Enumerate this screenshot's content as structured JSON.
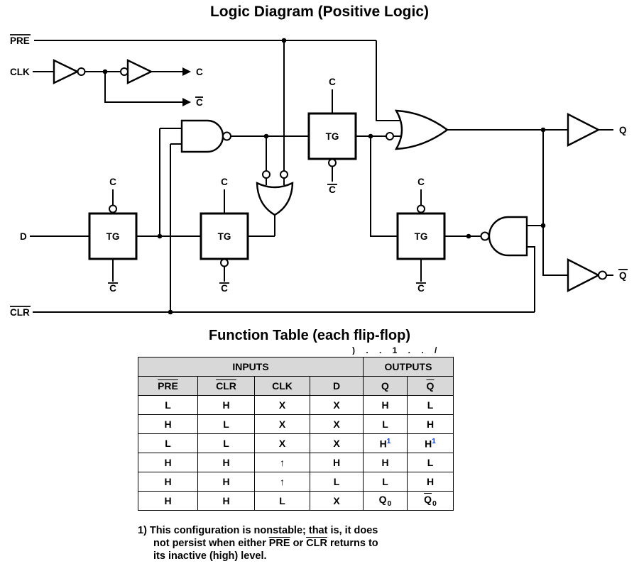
{
  "logic_diagram": {
    "title": "Logic Diagram (Positive Logic)",
    "labels": {
      "pre": "PRE",
      "clk": "CLK",
      "d": "D",
      "clr": "CLR",
      "c": "C",
      "c_bar": "C",
      "tg": "TG",
      "q": "Q",
      "q_bar": "Q"
    }
  },
  "function_table": {
    "title": "Function Table (each flip-flop)",
    "clipped_fragment": ") . . 1 . . /",
    "groups": [
      {
        "label": "INPUTS",
        "span": 4
      },
      {
        "label": "OUTPUTS",
        "span": 2
      }
    ],
    "columns": [
      {
        "label": "PRE",
        "overline": true
      },
      {
        "label": "CLR",
        "overline": true
      },
      {
        "label": "CLK",
        "overline": false
      },
      {
        "label": "D",
        "overline": false
      },
      {
        "label": "Q",
        "overline": false
      },
      {
        "label": "Q",
        "overline": true
      }
    ],
    "rows": [
      [
        {
          "t": "L"
        },
        {
          "t": "H"
        },
        {
          "t": "X"
        },
        {
          "t": "X"
        },
        {
          "t": "H"
        },
        {
          "t": "L"
        }
      ],
      [
        {
          "t": "H"
        },
        {
          "t": "L"
        },
        {
          "t": "X"
        },
        {
          "t": "X"
        },
        {
          "t": "L"
        },
        {
          "t": "H"
        }
      ],
      [
        {
          "t": "L"
        },
        {
          "t": "L"
        },
        {
          "t": "X"
        },
        {
          "t": "X"
        },
        {
          "t": "H",
          "sup": "1"
        },
        {
          "t": "H",
          "sup": "1"
        }
      ],
      [
        {
          "t": "H"
        },
        {
          "t": "H"
        },
        {
          "t": "↑"
        },
        {
          "t": "H"
        },
        {
          "t": "H"
        },
        {
          "t": "L"
        }
      ],
      [
        {
          "t": "H"
        },
        {
          "t": "H"
        },
        {
          "t": "↑"
        },
        {
          "t": "L"
        },
        {
          "t": "L"
        },
        {
          "t": "H"
        }
      ],
      [
        {
          "t": "H"
        },
        {
          "t": "H"
        },
        {
          "t": "L"
        },
        {
          "t": "X"
        },
        {
          "t": "Q",
          "sub": "0"
        },
        {
          "t": "Q",
          "sub": "0",
          "overline": true
        }
      ]
    ],
    "footnote": [
      [
        {
          "t": "1) This configuration is nonstable; that is, it does"
        }
      ],
      [
        {
          "t": "not persist when either "
        },
        {
          "t": "PRE",
          "overline": true
        },
        {
          "t": " or "
        },
        {
          "t": "CLR",
          "overline": true
        },
        {
          "t": " returns to"
        }
      ],
      [
        {
          "t": "its inactive (high) level."
        }
      ]
    ],
    "colors": {
      "header_bg": "#d8d8d8",
      "footnote_ref_blue": "#0033cc",
      "border": "#000000"
    }
  }
}
